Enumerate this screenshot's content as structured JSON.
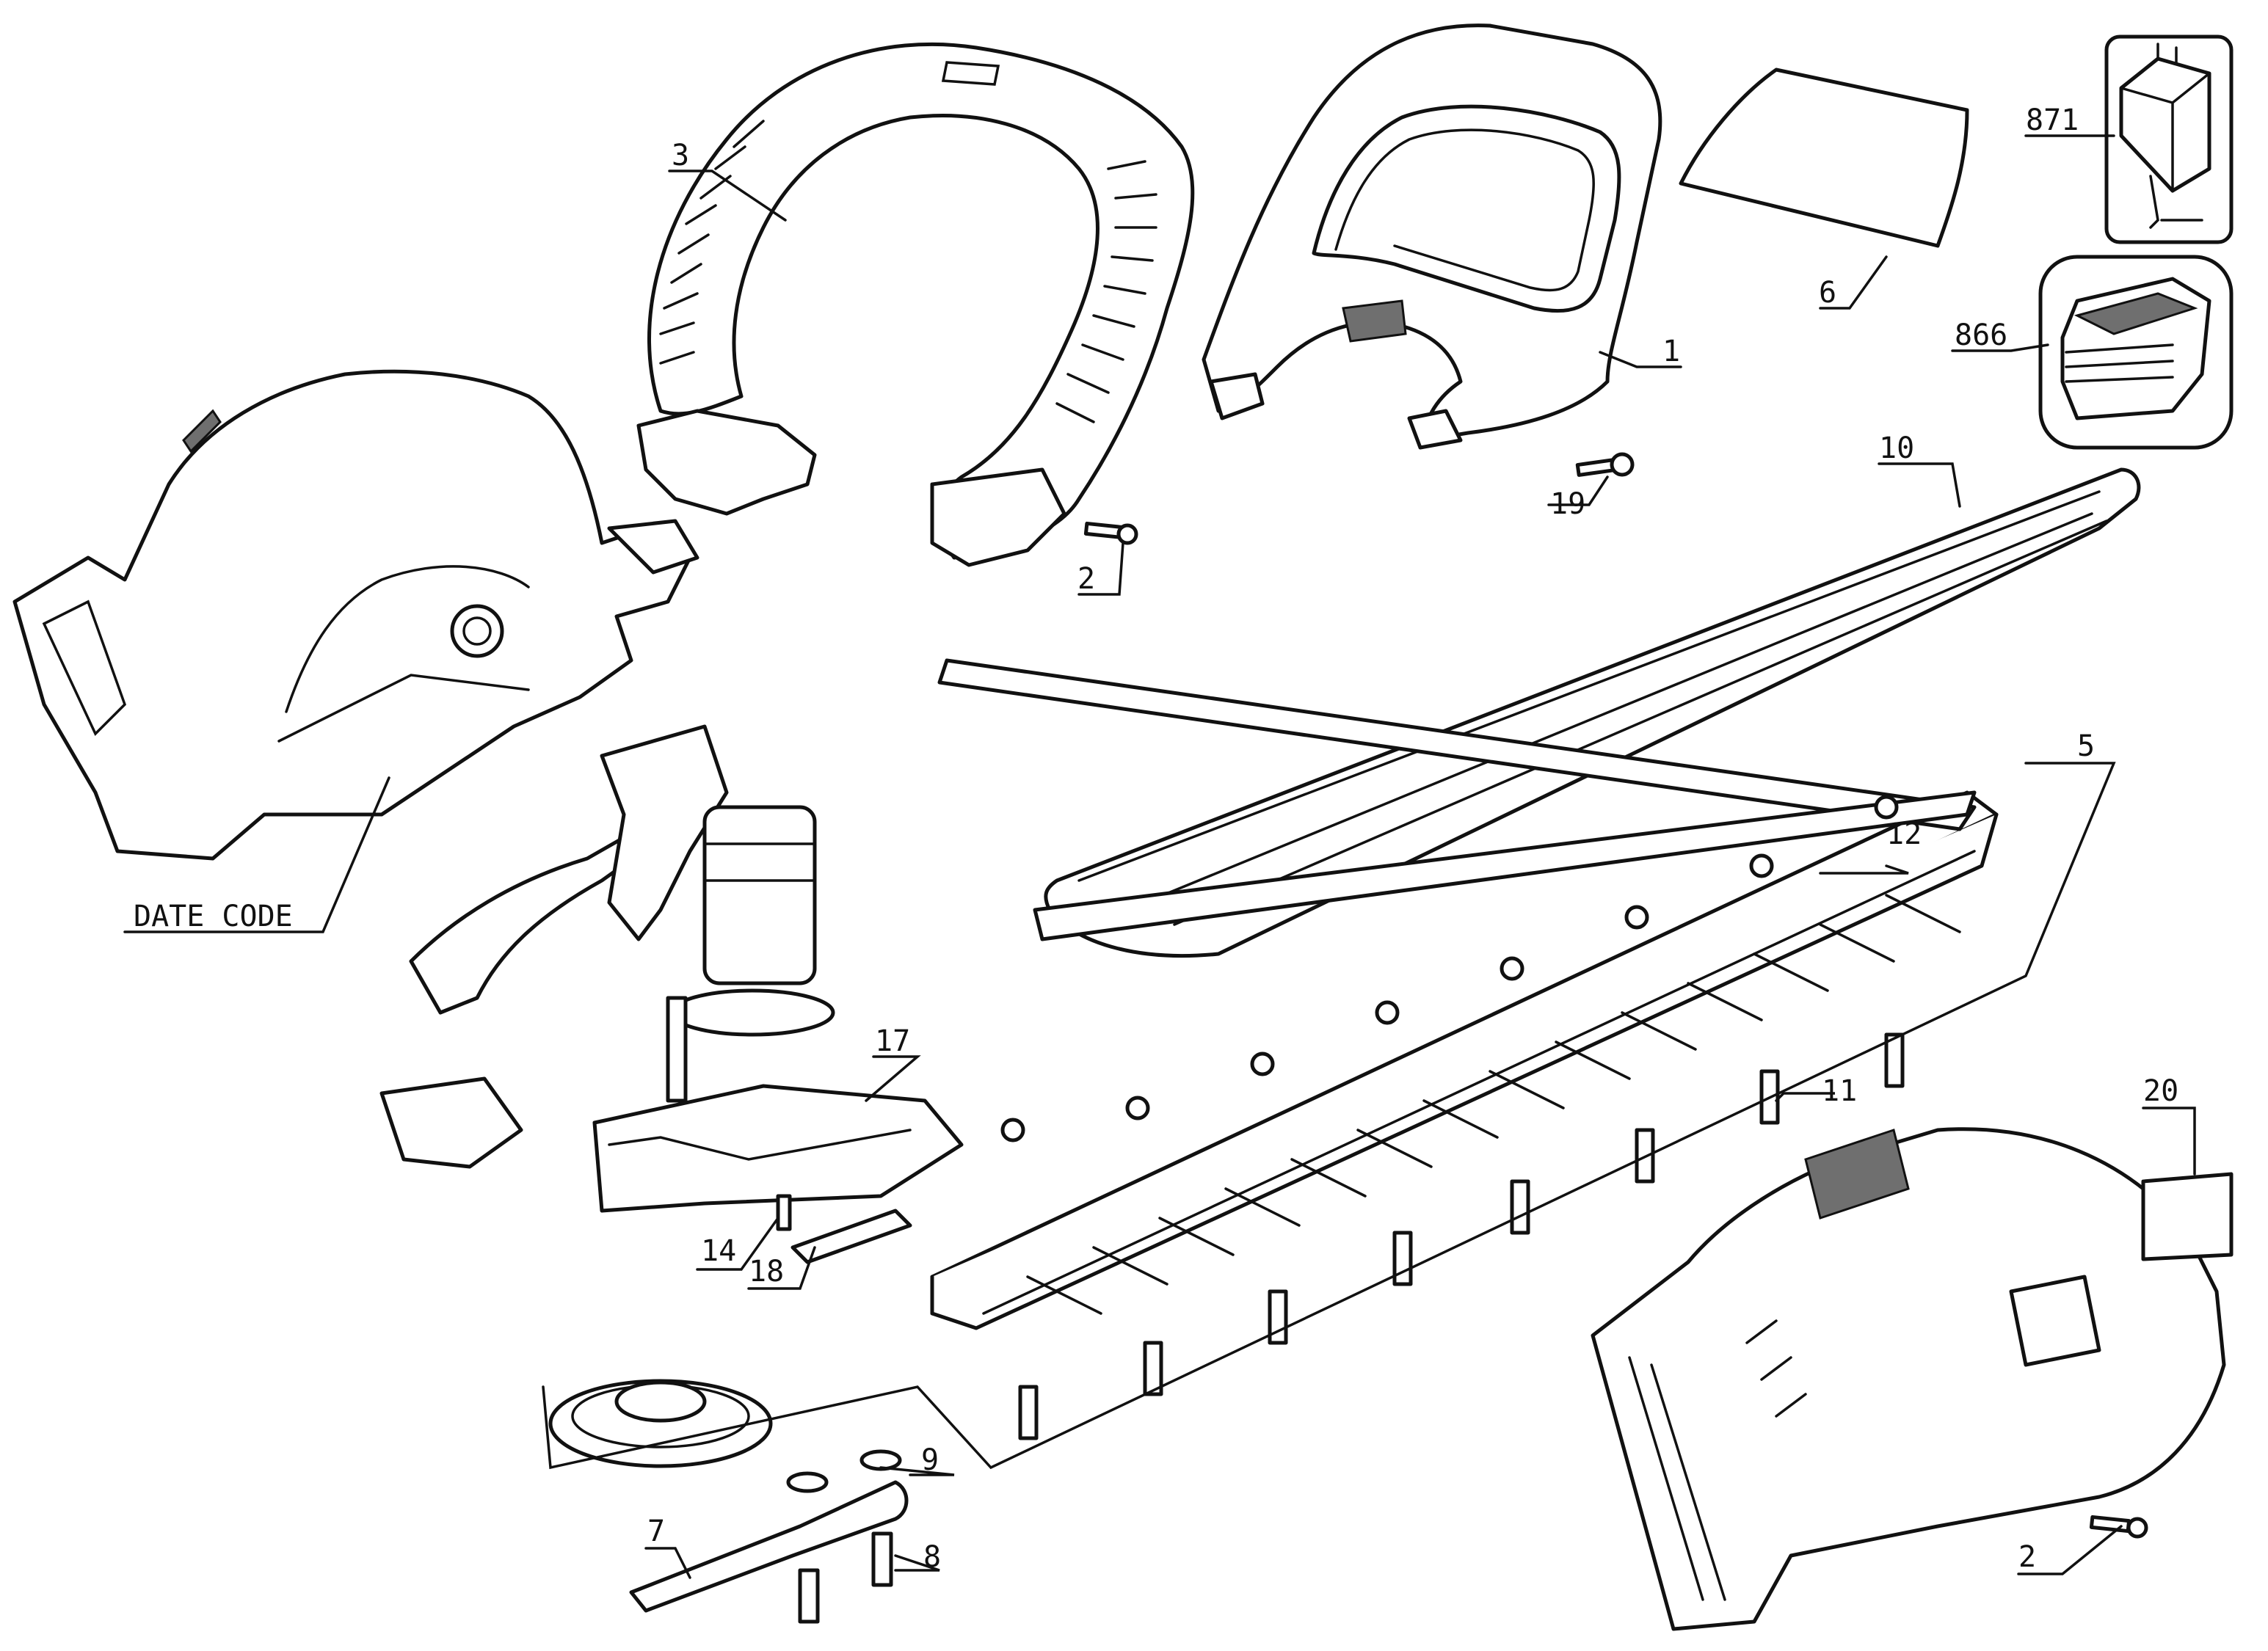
{
  "diagram": {
    "callouts": [
      {
        "id": "1",
        "label": "1"
      },
      {
        "id": "2a",
        "label": "2"
      },
      {
        "id": "2b",
        "label": "2"
      },
      {
        "id": "3",
        "label": "3"
      },
      {
        "id": "5",
        "label": "5"
      },
      {
        "id": "6",
        "label": "6"
      },
      {
        "id": "7",
        "label": "7"
      },
      {
        "id": "8",
        "label": "8"
      },
      {
        "id": "9",
        "label": "9"
      },
      {
        "id": "10",
        "label": "10"
      },
      {
        "id": "11",
        "label": "11"
      },
      {
        "id": "12",
        "label": "12"
      },
      {
        "id": "14",
        "label": "14"
      },
      {
        "id": "17",
        "label": "17"
      },
      {
        "id": "18",
        "label": "18"
      },
      {
        "id": "19",
        "label": "19"
      },
      {
        "id": "20",
        "label": "20"
      },
      {
        "id": "866",
        "label": "866"
      },
      {
        "id": "871",
        "label": "871"
      },
      {
        "id": "datecode",
        "label": "DATE CODE"
      }
    ]
  }
}
